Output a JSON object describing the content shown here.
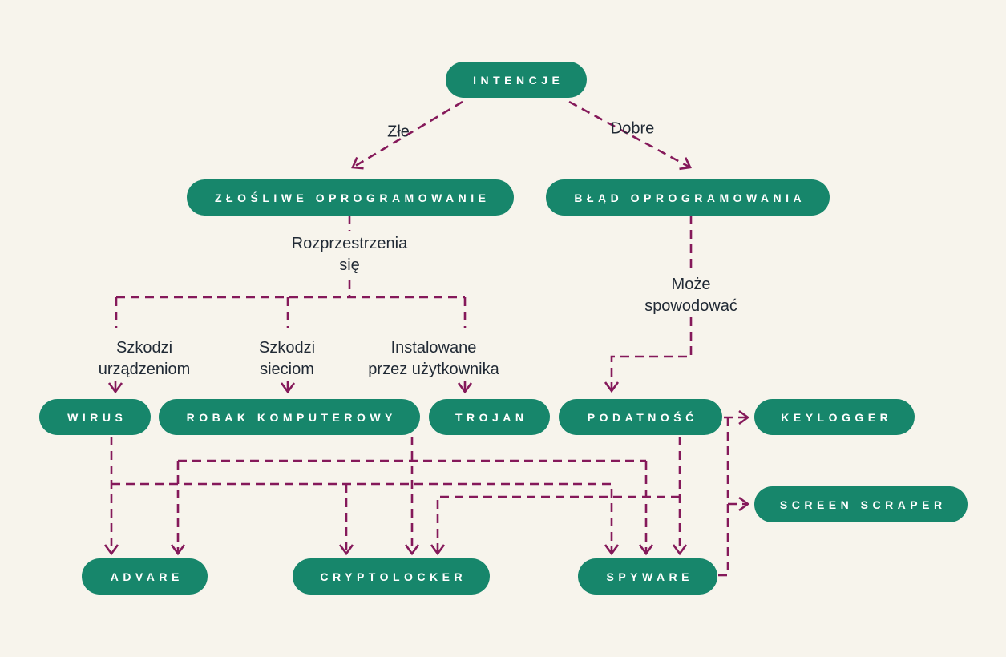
{
  "colors": {
    "background": "#F7F4EC",
    "node_fill": "#17866B",
    "node_text": "#FFFFFF",
    "edge": "#85195A",
    "label_text": "#212A35"
  },
  "nodes": {
    "intencje": "INTENCJE",
    "zlosliwe_oprogramowanie": "ZŁOŚLIWE OPROGRAMOWANIE",
    "blad_oprogramowania": "BŁĄD OPROGRAMOWANIA",
    "wirus": "WIRUS",
    "robak_komputerowy": "ROBAK KOMPUTEROWY",
    "trojan": "TROJAN",
    "podatnosc": "PODATNOŚĆ",
    "keylogger": "KEYLOGGER",
    "screen_scraper": "SCREEN SCRAPER",
    "advare": "ADVARE",
    "cryptolocker": "CRYPTOLOCKER",
    "spyware": "SPYWARE"
  },
  "labels": {
    "zle": {
      "lines": [
        "Złe"
      ]
    },
    "dobre": {
      "lines": [
        "Dobre"
      ]
    },
    "rozprzestrzenia": {
      "lines": [
        "Rozprzestrzenia",
        "się"
      ]
    },
    "szkodzi_urzadzeniom": {
      "lines": [
        "Szkodzi",
        "urządzeniom"
      ]
    },
    "szkodzi_sieciom": {
      "lines": [
        "Szkodzi",
        "sieciom"
      ]
    },
    "instalowane": {
      "lines": [
        "Instalowane",
        "przez użytkownika"
      ]
    },
    "moze_spowodowac": {
      "lines": [
        "Może",
        "spowodować"
      ]
    }
  },
  "connections": [
    {
      "from": "INTENCJE",
      "to": "ZŁOŚLIWE OPROGRAMOWANIE",
      "label": "Złe"
    },
    {
      "from": "INTENCJE",
      "to": "BŁĄD OPROGRAMOWANIA",
      "label": "Dobre"
    },
    {
      "from": "ZŁOŚLIWE OPROGRAMOWANIE",
      "to": "WIRUS",
      "label": "Rozprzestrzenia się — Szkodzi urządzeniom"
    },
    {
      "from": "ZŁOŚLIWE OPROGRAMOWANIE",
      "to": "ROBAK KOMPUTEROWY",
      "label": "Rozprzestrzenia się — Szkodzi sieciom"
    },
    {
      "from": "ZŁOŚLIWE OPROGRAMOWANIE",
      "to": "TROJAN",
      "label": "Rozprzestrzenia się — Instalowane przez użytkownika"
    },
    {
      "from": "BŁĄD OPROGRAMOWANIA",
      "to": "PODATNOŚĆ",
      "label": "Może spowodować"
    },
    {
      "from": "WIRUS",
      "to": "ADVARE",
      "label": ""
    },
    {
      "from": "WIRUS",
      "to": "CRYPTOLOCKER",
      "label": ""
    },
    {
      "from": "WIRUS",
      "to": "SPYWARE",
      "label": ""
    },
    {
      "from": "ROBAK KOMPUTEROWY",
      "to": "ADVARE",
      "label": ""
    },
    {
      "from": "ROBAK KOMPUTEROWY",
      "to": "CRYPTOLOCKER",
      "label": ""
    },
    {
      "from": "ROBAK KOMPUTEROWY",
      "to": "SPYWARE",
      "label": ""
    },
    {
      "from": "PODATNOŚĆ",
      "to": "CRYPTOLOCKER",
      "label": ""
    },
    {
      "from": "PODATNOŚĆ",
      "to": "SPYWARE",
      "label": ""
    },
    {
      "from": "PODATNOŚĆ",
      "to": "KEYLOGGER",
      "label": ""
    },
    {
      "from": "SPYWARE",
      "to": "KEYLOGGER",
      "label": ""
    },
    {
      "from": "SPYWARE",
      "to": "SCREEN SCRAPER",
      "label": ""
    }
  ]
}
